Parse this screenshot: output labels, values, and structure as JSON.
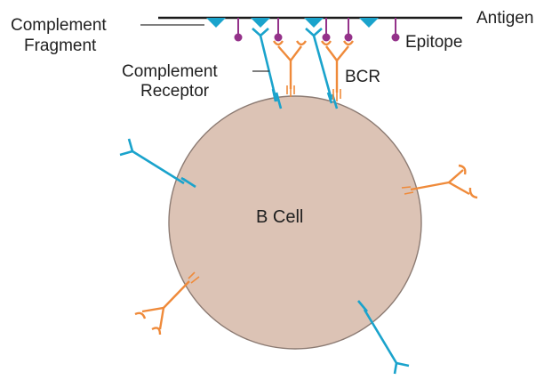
{
  "diagram": {
    "title": "B cell co-receptor binding of complement-tagged antigen",
    "labels": {
      "antigen": "Antigen",
      "epitope": "Epitope",
      "complement_fragment_line1": "Complement",
      "complement_fragment_line2": "Fragment",
      "complement_receptor_line1": "Complement",
      "complement_receptor_line2": "Receptor",
      "bcr": "BCR",
      "b_cell": "B Cell"
    },
    "colors": {
      "antigen_line": "#1a1a1a",
      "complement_fragment": "#1aa3cc",
      "complement_receptor": "#1aa3cc",
      "bcr": "#ef8a3a",
      "epitope": "#94328a",
      "cell_fill": "#dcc3b5",
      "cell_stroke": "#8c7b73"
    },
    "counts": {
      "complement_fragments": 4,
      "epitopes": 5,
      "bound_complement_receptors": 2,
      "bound_bcrs": 2,
      "free_complement_receptors": 2,
      "free_bcrs": 2
    }
  }
}
